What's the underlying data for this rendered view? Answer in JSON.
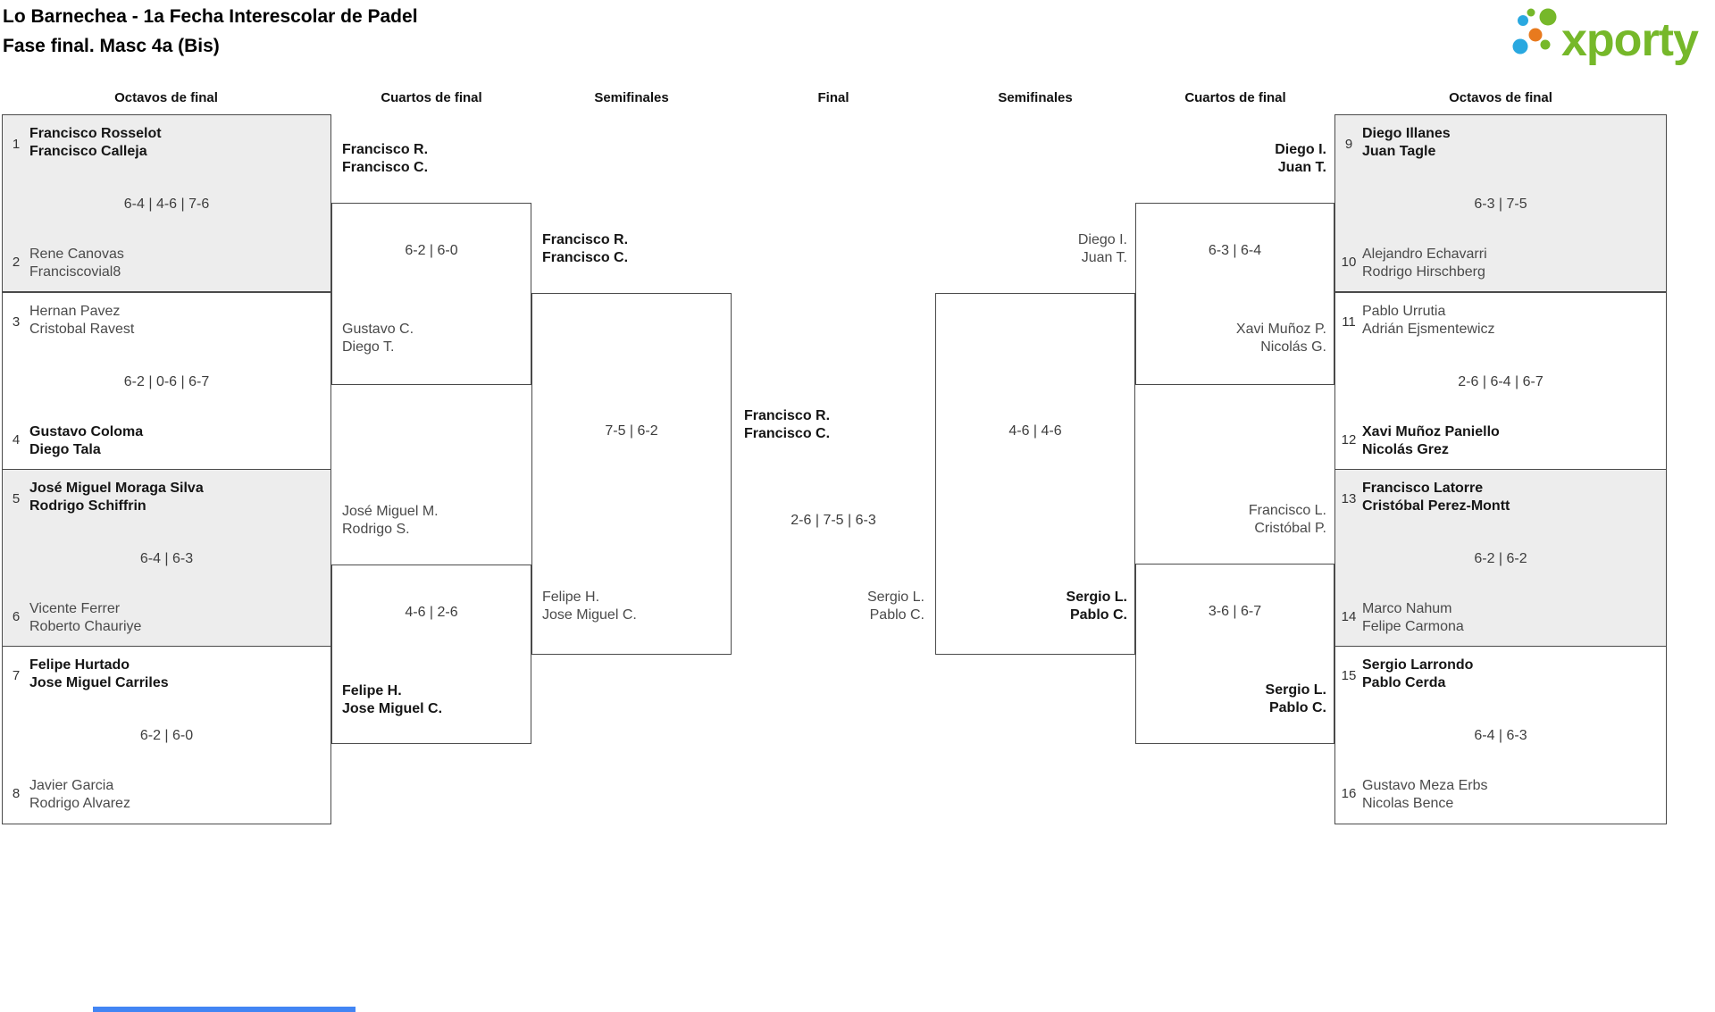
{
  "header": {
    "title_line1": "Lo Barnechea - 1a Fecha Interescolar de Padel",
    "title_line2": "Fase final. Masc 4a (Bis)",
    "logo_text": "xporty"
  },
  "round_headers": [
    "Octavos de final",
    "Cuartos de final",
    "Semifinales",
    "Final",
    "Semifinales",
    "Cuartos de final",
    "Octavos de final"
  ],
  "colors": {
    "logo_green": "#76b82a",
    "logo_blue": "#29a8e0",
    "logo_orange": "#e87a1e",
    "shaded_box": "#ededed",
    "accent_bar_blue": "#4285f4"
  },
  "matches": {
    "left_octavos": [
      {
        "seed1": "1",
        "team1": "Francisco Rosselot\nFrancisco Calleja",
        "score": "6-4 | 4-6 | 7-6",
        "seed2": "2",
        "team2": "Rene Canovas\nFranciscovial8",
        "winner": "team1"
      },
      {
        "seed1": "3",
        "team1": "Hernan Pavez\nCristobal Ravest",
        "score": "6-2 | 0-6 | 6-7",
        "seed2": "4",
        "team2": "Gustavo Coloma\nDiego Tala",
        "winner": "team2"
      },
      {
        "seed1": "5",
        "team1": "José Miguel Moraga Silva\nRodrigo Schiffrin",
        "score": "6-4 | 6-3",
        "seed2": "6",
        "team2": "Vicente Ferrer\nRoberto Chauriye",
        "winner": "team1"
      },
      {
        "seed1": "7",
        "team1": "Felipe Hurtado\nJose Miguel Carriles",
        "score": "6-2 | 6-0",
        "seed2": "8",
        "team2": "Javier Garcia\nRodrigo Alvarez",
        "winner": "team1"
      }
    ],
    "left_quarters": [
      {
        "team1": "Francisco R.\nFrancisco C.",
        "score": "6-2 | 6-0",
        "team2": "Gustavo C.\nDiego T.",
        "winner": "team1"
      },
      {
        "team1": "José Miguel M.\nRodrigo S.",
        "score": "4-6 | 2-6",
        "team2": "Felipe H.\nJose Miguel C.",
        "winner": "team2"
      }
    ],
    "left_semifinal": {
      "team1": "Francisco R.\nFrancisco C.",
      "score": "7-5 | 6-2",
      "team2": "Felipe H.\nJose Miguel C.",
      "winner": "team1"
    },
    "final": {
      "team1": "Francisco R.\nFrancisco C.",
      "score": "2-6 | 7-5 | 6-3",
      "team2": "Sergio L.\nPablo C.",
      "winner": "team1"
    },
    "right_semifinal": {
      "team1": "Diego I.\nJuan T.",
      "score": "4-6 | 4-6",
      "team2": "Sergio L.\nPablo C.",
      "winner": "team2"
    },
    "right_quarters": [
      {
        "team1": "Diego I.\nJuan T.",
        "score": "6-3 | 6-4",
        "team2": "Xavi Muñoz P.\nNicolás G.",
        "winner": "team1"
      },
      {
        "team1": "Francisco L.\nCristóbal P.",
        "score": "3-6 | 6-7",
        "team2": "Sergio L.\nPablo C.",
        "winner": "team2"
      }
    ],
    "right_octavos": [
      {
        "seed1": "9",
        "team1": "Diego Illanes\nJuan Tagle",
        "score": "6-3 | 7-5",
        "seed2": "10",
        "team2": "Alejandro Echavarri\nRodrigo Hirschberg",
        "winner": "team1"
      },
      {
        "seed1": "11",
        "team1": "Pablo Urrutia\nAdrián Ejsmentewicz",
        "score": "2-6 | 6-4 | 6-7",
        "seed2": "12",
        "team2": "Xavi Muñoz Paniello\nNicolás Grez",
        "winner": "team2"
      },
      {
        "seed1": "13",
        "team1": "Francisco Latorre\nCristóbal Perez-Montt",
        "score": "6-2 | 6-2",
        "seed2": "14",
        "team2": "Marco Nahum\nFelipe Carmona",
        "winner": "team1"
      },
      {
        "seed1": "15",
        "team1": "Sergio Larrondo\nPablo Cerda",
        "score": "6-4 | 6-3",
        "seed2": "16",
        "team2": "Gustavo Meza Erbs\nNicolas Bence",
        "winner": "team1"
      }
    ]
  }
}
